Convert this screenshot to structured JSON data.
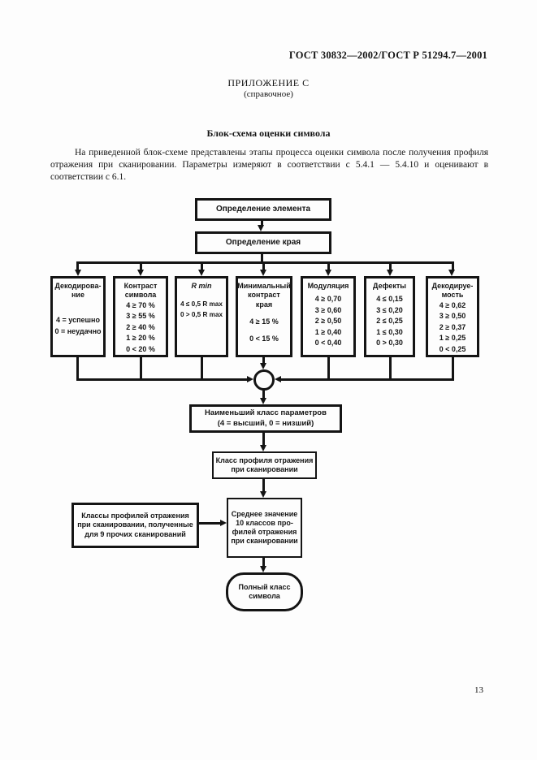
{
  "page": {
    "header": "ГОСТ 30832—2002/ГОСТ Р 51294.7—2001",
    "appendix_title": "ПРИЛОЖЕНИЕ С",
    "appendix_subtitle": "(справочное)",
    "section_title": "Блок-схема оценки символа",
    "intro_paragraph": "На приведенной блок-схеме представлены этапы процесса оценки символа после получения профиля отражения при сканировании. Параметры измеряют в соответствии с 5.4.1 — 5.4.10 и оценивают в соответствии с 6.1.",
    "page_number": "13"
  },
  "flowchart": {
    "element_determination": "Определение элемента",
    "edge_determination": "Определение края",
    "parameters": [
      {
        "title": "Декодирова-\nние",
        "values": [
          "4 = успешно",
          "0 = неудачно"
        ]
      },
      {
        "title": "Контраст\nсимвола",
        "values": [
          "4 ≥ 70 %",
          "3 ≥ 55 %",
          "2 ≥ 40 %",
          "1 ≥ 20 %",
          "0 < 20 %"
        ]
      },
      {
        "title": "R min",
        "values": [
          "4 ≤ 0,5 R max",
          "0 > 0,5 R max"
        ]
      },
      {
        "title": "Минимальный\nконтраст\nкрая",
        "values": [
          "4 ≥ 15 %",
          "0 < 15 %"
        ]
      },
      {
        "title": "Модуляция",
        "values": [
          "4 ≥ 0,70",
          "3 ≥ 0,60",
          "2 ≥ 0,50",
          "1 ≥ 0,40",
          "0 < 0,40"
        ]
      },
      {
        "title": "Дефекты",
        "values": [
          "4 ≤ 0,15",
          "3 ≤ 0,20",
          "2 ≤ 0,25",
          "1 ≤ 0,30",
          "0 > 0,30"
        ]
      },
      {
        "title": "Декодируе-\nмость",
        "values": [
          "4 ≥ 0,62",
          "3 ≥ 0,50",
          "2 ≥ 0,37",
          "1 ≥ 0,25",
          "0 < 0,25"
        ]
      }
    ],
    "lowest_class": "Наименьший класс параметров\n(4 = высший, 0 = низший)",
    "scan_profile_class": "Класс профиля отражения\nпри сканировании",
    "other_scans": "Классы профилей отражения\nпри сканировании, полученные\nдля 9 прочих сканирований",
    "average_value": "Среднее значение\n10 классов про-\nфилей отражения\nпри сканировании",
    "overall_class": "Полный класс\nсимвола"
  }
}
